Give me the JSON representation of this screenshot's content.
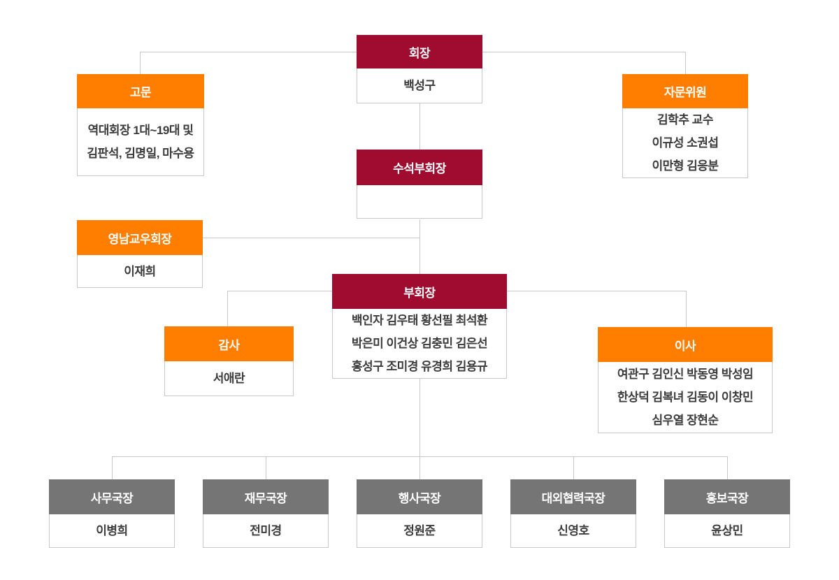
{
  "colors": {
    "crimson_header": "#a00c30",
    "orange_header": "#ff7e00",
    "gray_header": "#757575",
    "line_and_border": "#c8c8c8",
    "body_text": "#3b3b3b"
  },
  "nodes": [
    {
      "id": "chairman",
      "title": "회장",
      "theme": "crimson",
      "members": [
        "백성구"
      ]
    },
    {
      "id": "advisor",
      "title": "고문",
      "theme": "orange",
      "members": [
        "역대회장 1대~19대 및",
        "김판석, 김명일, 마수용"
      ]
    },
    {
      "id": "advisory-committee",
      "title": "자문위원",
      "theme": "orange",
      "members": [
        "김학추 교수",
        "이규성 소권섭",
        "이만형 김응분"
      ]
    },
    {
      "id": "senior-vice-chairman",
      "title": "수석부회장",
      "theme": "crimson",
      "members": []
    },
    {
      "id": "yeongnam-alumni-chairman",
      "title": "영남교우회장",
      "theme": "orange",
      "members": [
        "이재희"
      ]
    },
    {
      "id": "vice-chairman",
      "title": "부회장",
      "theme": "crimson",
      "members": [
        "백인자 김우태 황선필 최석환",
        "박은미 이건상 김충민 김은선",
        "홍성구 조미경 유경희 김용규"
      ]
    },
    {
      "id": "auditor",
      "title": "감사",
      "theme": "orange",
      "members": [
        "서애란"
      ]
    },
    {
      "id": "director",
      "title": "이사",
      "theme": "orange",
      "members": [
        "여관구 김인신 박동영 박성임",
        "한상덕 김복녀 김동이 이창민",
        "심우열 장현순"
      ]
    },
    {
      "id": "secretary-general",
      "title": "사무국장",
      "theme": "gray",
      "members": [
        "이병희"
      ]
    },
    {
      "id": "finance-director",
      "title": "재무국장",
      "theme": "gray",
      "members": [
        "전미경"
      ]
    },
    {
      "id": "events-director",
      "title": "행사국장",
      "theme": "gray",
      "members": [
        "정원준"
      ]
    },
    {
      "id": "external-relations-director",
      "title": "대외협력국장",
      "theme": "gray",
      "members": [
        "신영호"
      ]
    },
    {
      "id": "pr-director",
      "title": "홍보국장",
      "theme": "gray",
      "members": [
        "윤상민"
      ]
    }
  ]
}
